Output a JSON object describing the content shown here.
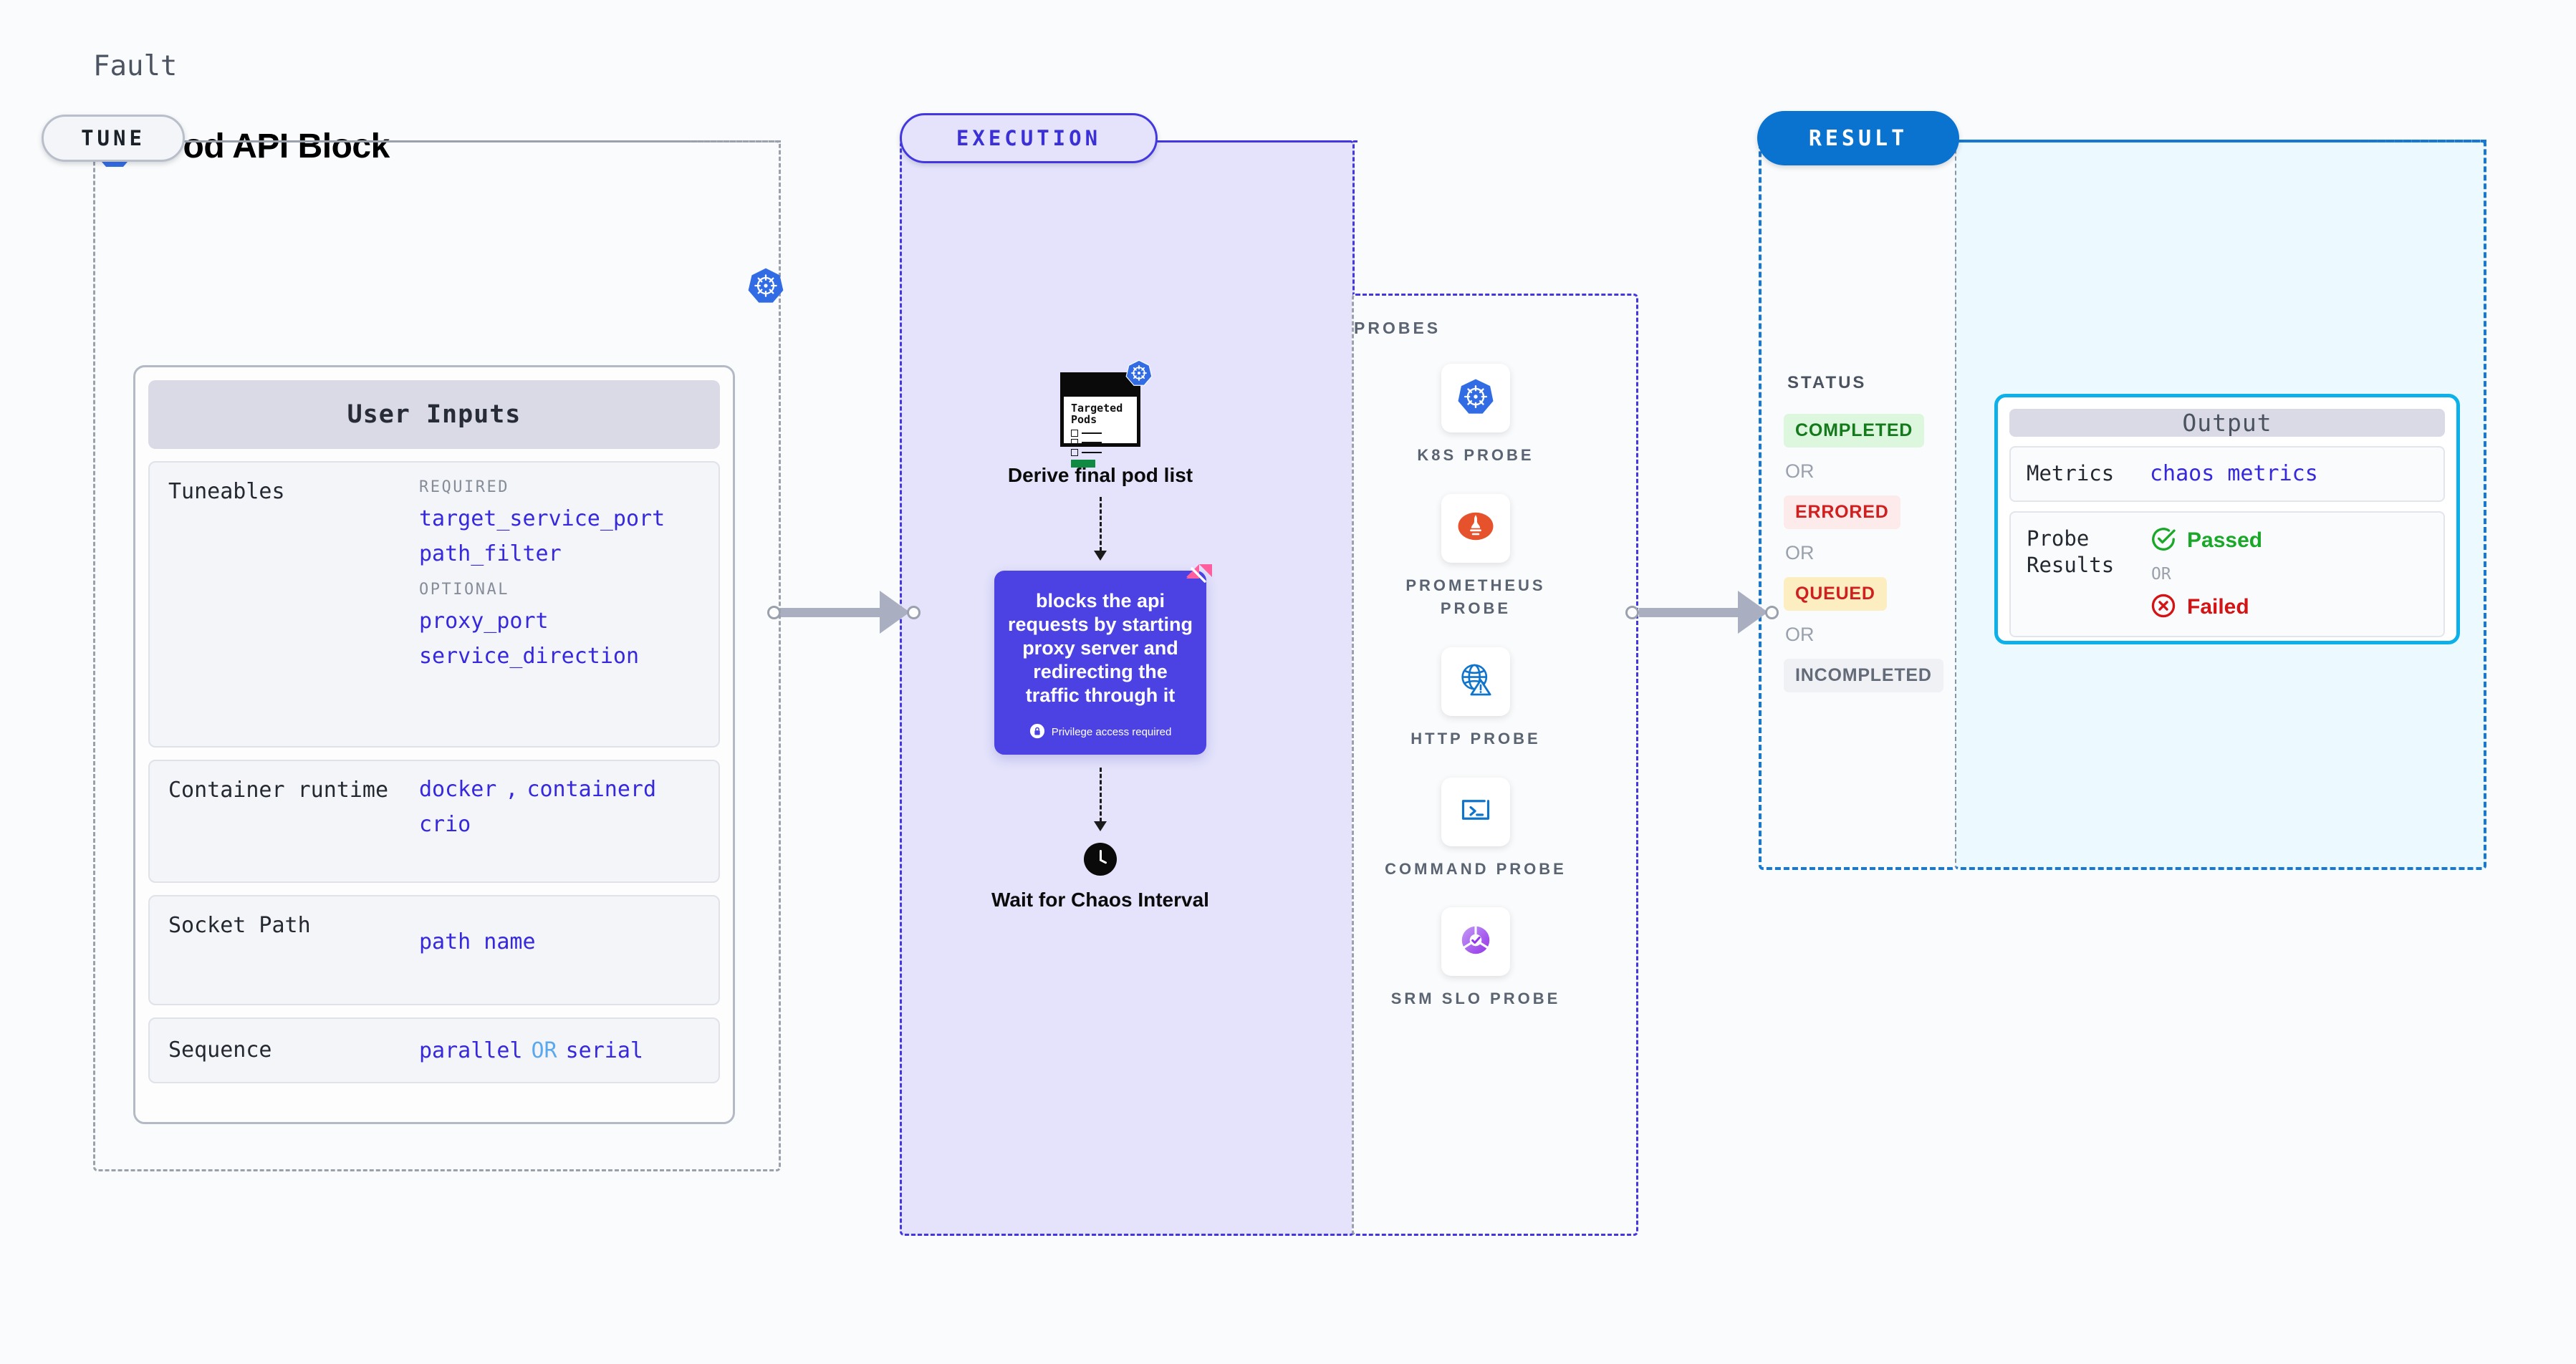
{
  "header": {
    "eyebrow": "Fault",
    "title": "Pod API Block",
    "icon": "kubernetes-icon"
  },
  "tune": {
    "pill": "TUNE",
    "card_title": "User Inputs",
    "sections": [
      {
        "label": "Tuneables",
        "groups": [
          {
            "kicker": "REQUIRED",
            "values": [
              "target_service_port",
              "path_filter"
            ]
          },
          {
            "kicker": "OPTIONAL",
            "values": [
              "proxy_port",
              "service_direction"
            ]
          }
        ]
      },
      {
        "label": "Container runtime",
        "values": [
          "docker",
          ",",
          "containerd",
          "crio"
        ]
      },
      {
        "label": "Socket Path",
        "values": [
          "path name"
        ]
      },
      {
        "label": "Sequence",
        "values": [
          "parallel",
          "OR",
          "serial"
        ]
      }
    ],
    "runtime_line1": [
      "docker",
      ",",
      "containerd"
    ],
    "runtime_line2": "crio",
    "socket_value": "path name",
    "sequence": {
      "left": "parallel",
      "or": "OR",
      "right": "serial"
    }
  },
  "execution": {
    "pill": "EXECUTION",
    "pods_card_title": "Targeted Pods",
    "step1_caption": "Derive final pod list",
    "chaos_text": "blocks the api requests by starting proxy server and redirecting the traffic through it",
    "privilege_note": "Privilege access required",
    "privilege_icon": "lock-icon",
    "step3_caption": "Wait for Chaos Interval",
    "step3_icon": "clock-icon",
    "harness_icon": "harness-logo-icon"
  },
  "probes": {
    "title": "PROBES",
    "items": [
      {
        "label": "K8S PROBE",
        "icon": "kubernetes-icon"
      },
      {
        "label": "PROMETHEUS PROBE",
        "icon": "prometheus-icon"
      },
      {
        "label": "HTTP PROBE",
        "icon": "globe-warning-icon"
      },
      {
        "label": "COMMAND PROBE",
        "icon": "terminal-icon"
      },
      {
        "label": "SRM SLO PROBE",
        "icon": "srm-slo-icon"
      }
    ]
  },
  "result": {
    "pill": "RESULT",
    "status_title": "STATUS",
    "or_label": "OR",
    "statuses": [
      {
        "label": "COMPLETED",
        "kind": "completed"
      },
      {
        "label": "ERRORED",
        "kind": "errored"
      },
      {
        "label": "QUEUED",
        "kind": "queued"
      },
      {
        "label": "INCOMPLETED",
        "kind": "incompleted"
      }
    ]
  },
  "output": {
    "card_title": "Output",
    "metrics_label": "Metrics",
    "metrics_value": "chaos metrics",
    "probe_results_label": "Probe Results",
    "passed_label": "Passed",
    "failed_label": "Failed",
    "or_label": "OR",
    "passed_icon": "check-circle-icon",
    "failed_icon": "x-circle-icon"
  },
  "colors": {
    "accent_blue": "#0a73cf",
    "exec_purple": "#4338e0",
    "chaos_purple": "#4c42e4",
    "cyan": "#0db0e8",
    "token_blue": "#3629dd",
    "pass_green": "#1aa828",
    "fail_red": "#d41414"
  }
}
